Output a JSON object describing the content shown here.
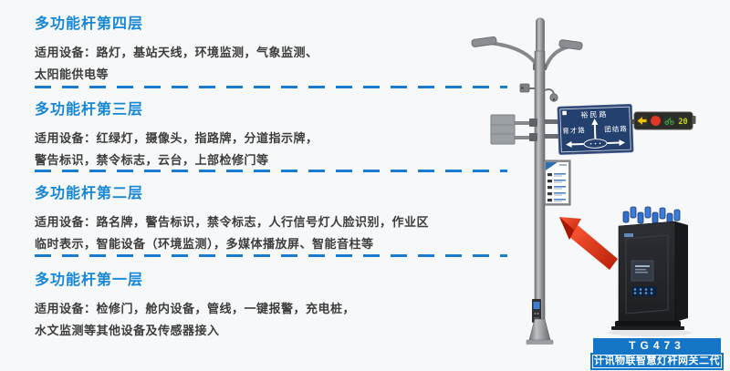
{
  "sections": [
    {
      "title": "多功能杆第四层",
      "body": "适用设备：路灯，基站天线，环境监测，气象监测、\n太阳能供电等"
    },
    {
      "title": "多功能杆第三层",
      "body": "适用设备：红绿灯，摄像头，指路牌，分道指示牌，\n警告标识，禁令标志，云台，上部检修门等"
    },
    {
      "title": "多功能杆第二层",
      "body": "适用设备：路名牌，警告标识，禁令标志，人行信号灯人脸识别，作业区\n临时表示，智能设备（环境监测），多媒体播放屏、智能音柱等"
    },
    {
      "title": "多功能杆第一层",
      "body": "适用设备：检修门，舱内设备，管线，一键报警，充电桩，\n水文监测等其他设备及传感器接入"
    }
  ],
  "illustration": {
    "road_sign": {
      "top_road": "裕民路",
      "left_road": "育才路",
      "right_road": "团结路"
    },
    "traffic_light": {
      "countdown": "20"
    },
    "gateway": {
      "model": "TG473",
      "product_name": "计讯物联智慧灯杆网关二代"
    }
  },
  "colors": {
    "heading_blue": "#1787d8",
    "dash_blue": "#1b7bd1",
    "body_text": "#3d3d3d",
    "sign_blue": "#24406e",
    "label_blue": "#1576c8",
    "arrow_red": "#d92b12",
    "traffic_red": "#e03a26",
    "traffic_yellow": "#f2c200",
    "countdown_green": "#c8d40e",
    "background": "#f7f8f9"
  }
}
